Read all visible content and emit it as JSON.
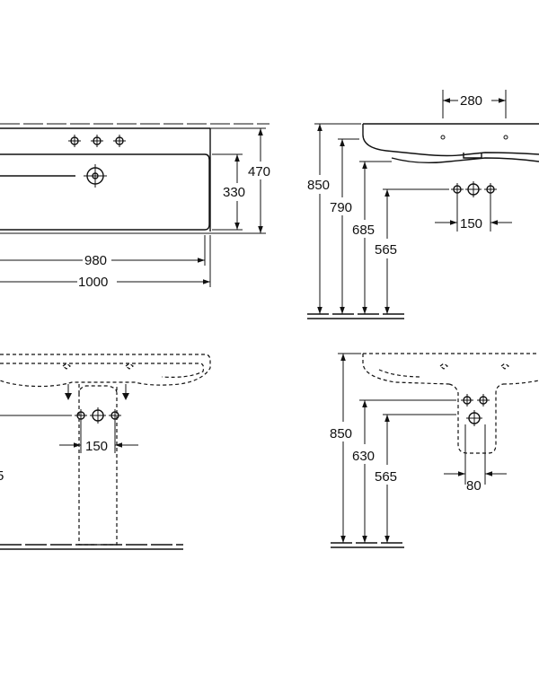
{
  "views": {
    "top": {
      "width_inner": "980",
      "width_outer": "1000",
      "depth_outer": "470",
      "depth_inner": "330"
    },
    "side": {
      "tap_spacing_top": "280",
      "height_rim": "850",
      "height_basin": "790",
      "height_overflow": "685",
      "height_tap": "565",
      "tap_spacing": "150"
    },
    "front_pedestal": {
      "tap_spacing": "150",
      "partial_label": "5"
    },
    "side_pedestal": {
      "height_rim": "850",
      "height_overflow": "630",
      "height_tap": "565",
      "waste_offset": "80"
    }
  }
}
